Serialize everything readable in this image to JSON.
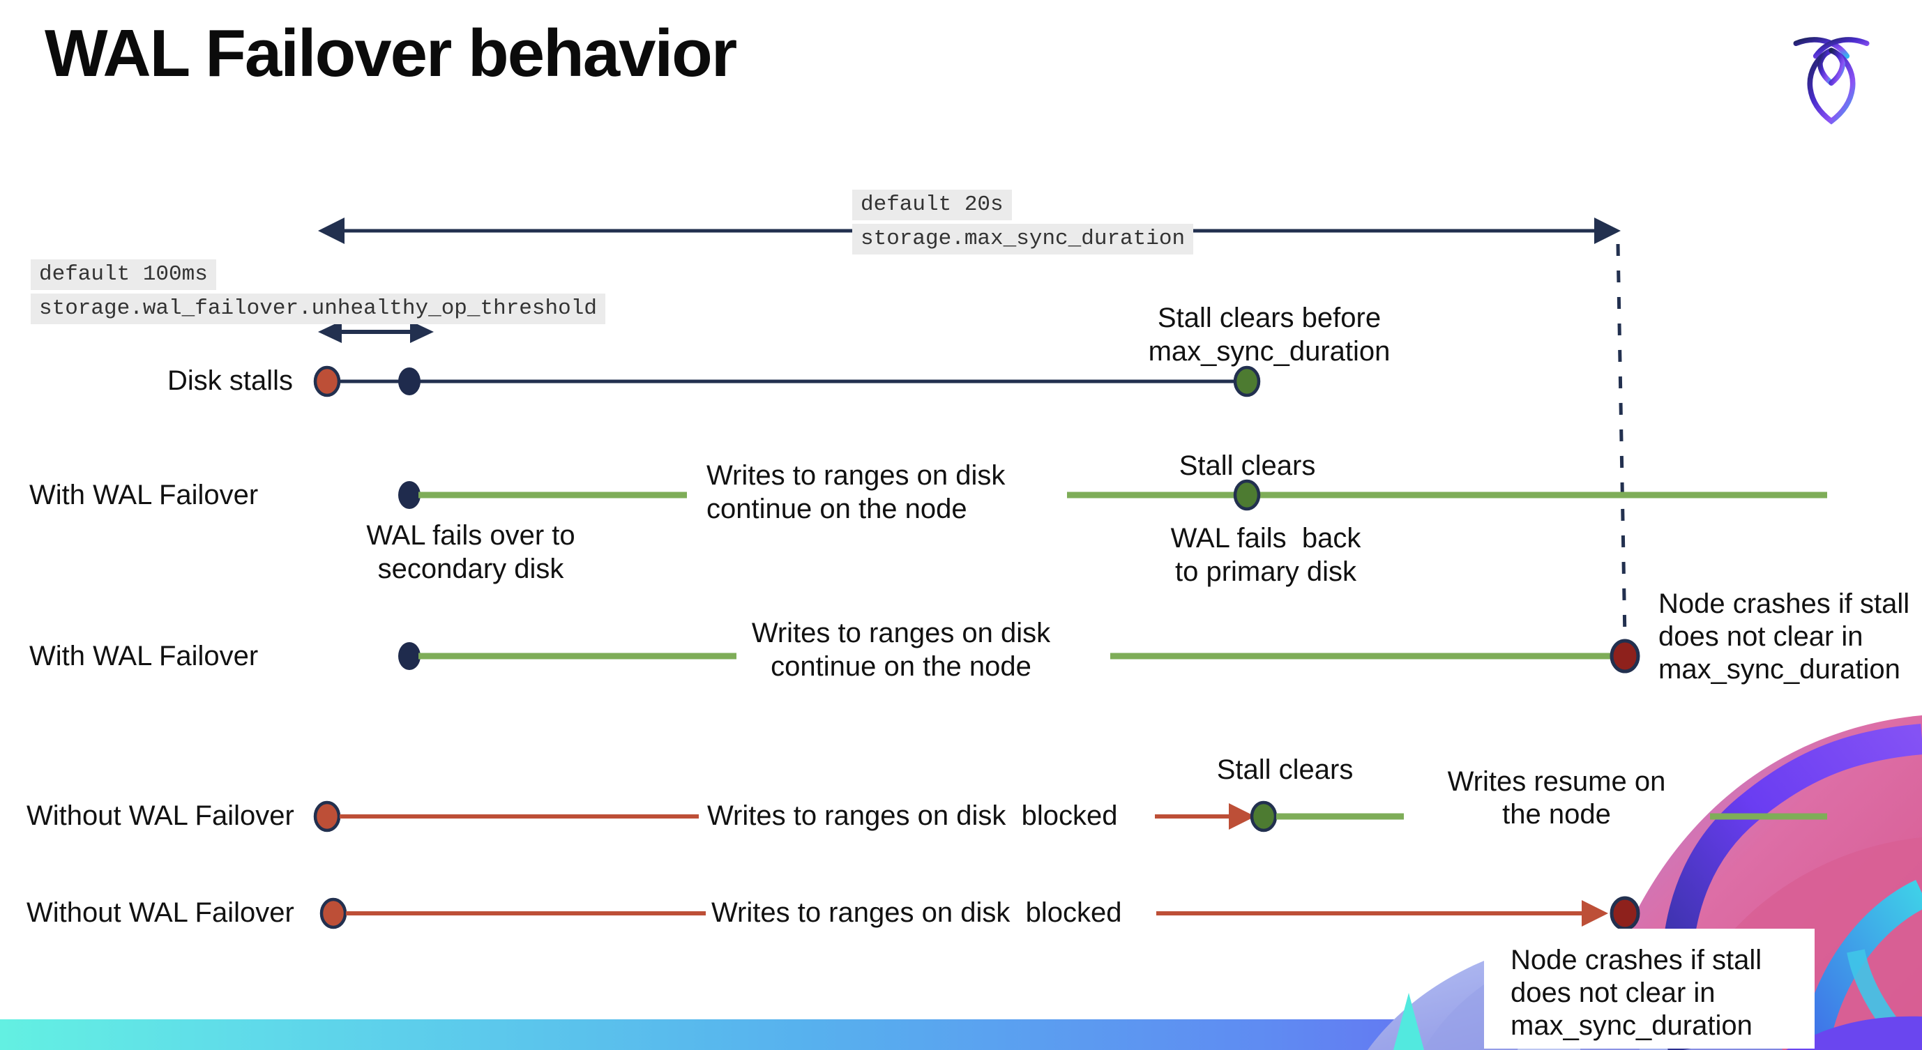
{
  "slide": {
    "title": "WAL Failover behavior"
  },
  "logo": {
    "icon": "cockroachdb-logo"
  },
  "colors": {
    "navy": "#22304f",
    "stall_red": "#bd4f37",
    "crash_maroon": "#8e211c",
    "healthy_green_line": "#7ead58",
    "healthy_green_dot": "#4d7b31",
    "code_background": "#ebebeb",
    "footer_gradient": [
      "#63f0e2",
      "#57b1ee",
      "#7b43f0"
    ]
  },
  "config_labels": {
    "max_sync": {
      "default": "default 20s",
      "setting": "storage.max_sync_duration"
    },
    "threshold": {
      "default": "default 100ms",
      "setting": "storage.wal_failover.unhealthy_op_threshold"
    }
  },
  "rows": {
    "disk_stalls": {
      "label": "Disk stalls",
      "stall_clears": "Stall clears before\nmax_sync_duration"
    },
    "failover1": {
      "label": "With WAL Failover",
      "failover_note": "WAL fails over to\nsecondary disk",
      "writes_note": "Writes to ranges on disk\ncontinue on the node",
      "stall_clears": "Stall clears",
      "failback_note": "WAL fails  back\nto primary disk"
    },
    "failover2": {
      "label": "With WAL Failover",
      "writes_note": "Writes to ranges on disk\ncontinue on the node",
      "crash_note": "Node crashes if stall\ndoes not clear in\nmax_sync_duration"
    },
    "nofailover1": {
      "label": "Without WAL Failover",
      "writes_note": "Writes to ranges on disk  blocked",
      "stall_clears": "Stall clears",
      "resume_note": "Writes resume on\nthe node"
    },
    "nofailover2": {
      "label": "Without WAL Failover",
      "writes_note": "Writes to ranges on disk  blocked",
      "crash_note": "Node crashes if stall\ndoes not clear in\nmax_sync_duration"
    }
  }
}
